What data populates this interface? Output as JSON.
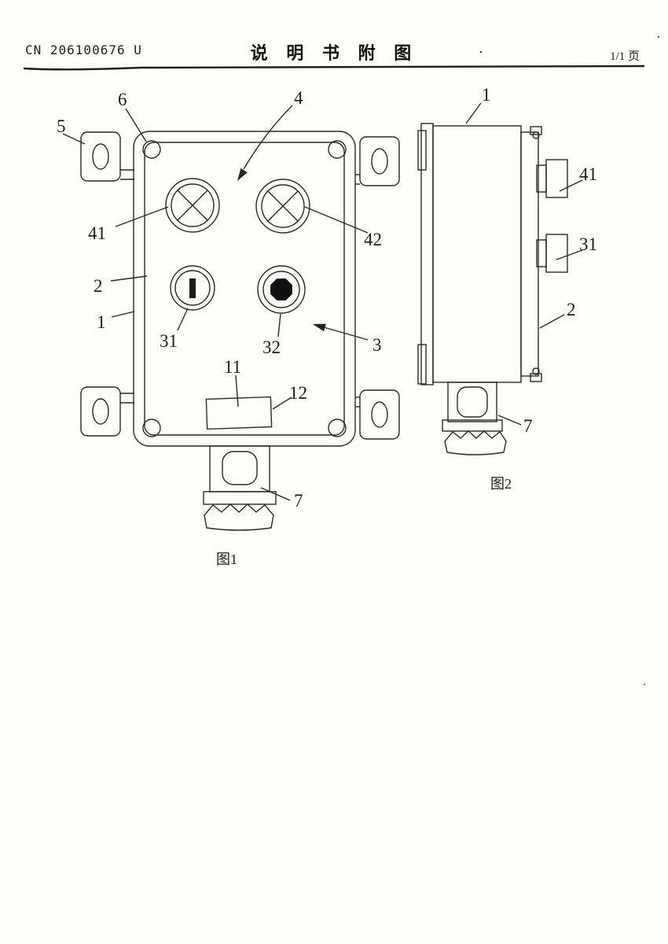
{
  "header": {
    "patent_number": "CN 206100676 U",
    "title": "说 明 书 附 图",
    "page": "1/1 页"
  },
  "figure1": {
    "caption": "图1",
    "labels": {
      "l1": "1",
      "l2": "2",
      "l3": "3",
      "l4": "4",
      "l5": "5",
      "l6": "6",
      "l7": "7",
      "l11": "11",
      "l12": "12",
      "l31": "31",
      "l32": "32",
      "l41": "41",
      "l42": "42"
    }
  },
  "figure2": {
    "caption": "图2",
    "labels": {
      "l1": "1",
      "l2": "2",
      "l7": "7",
      "l31": "31",
      "l41": "41"
    }
  }
}
